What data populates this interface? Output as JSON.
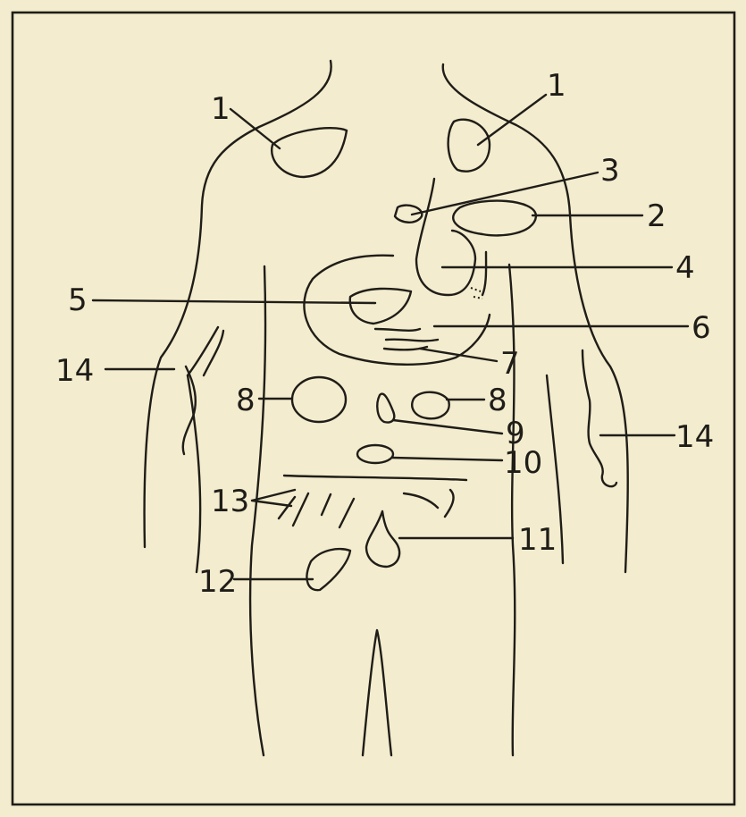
{
  "figure": {
    "colors": {
      "paper": "#f3ecce",
      "ink": "#1f1d18"
    },
    "labels": {
      "thyroid_left": "1",
      "thyroid_right": "1",
      "spleen": "2",
      "pancreas_head": "3",
      "stomach_upper": "4",
      "liver_lobe": "5",
      "stomach_body": "6",
      "duodenum": "7",
      "kidney_left": "8",
      "kidney_right": "8",
      "gallbladder": "9",
      "navel": "10",
      "bladder": "11",
      "reproductive": "12",
      "intestines": "13",
      "colon_left": "14",
      "colon_right": "14"
    }
  }
}
